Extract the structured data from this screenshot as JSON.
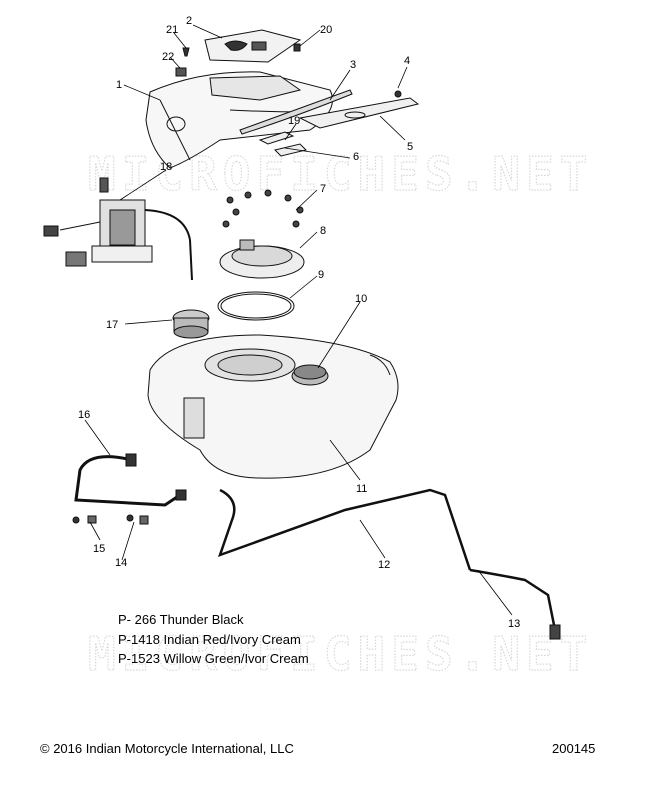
{
  "diagram": {
    "watermark": "MICROFICHES.NET",
    "callouts": [
      "1",
      "2",
      "3",
      "4",
      "5",
      "6",
      "7",
      "8",
      "9",
      "10",
      "11",
      "12",
      "13",
      "14",
      "15",
      "16",
      "17",
      "18",
      "19",
      "20",
      "21",
      "22"
    ],
    "color_lines": [
      "P- 266 Thunder Black",
      "P-1418 Indian Red/Ivory Cream",
      "P-1523 Willow Green/Ivor Cream"
    ]
  },
  "footer": {
    "copyright": "© 2016 Indian Motorcycle International, LLC",
    "diagram_number": "200145"
  }
}
